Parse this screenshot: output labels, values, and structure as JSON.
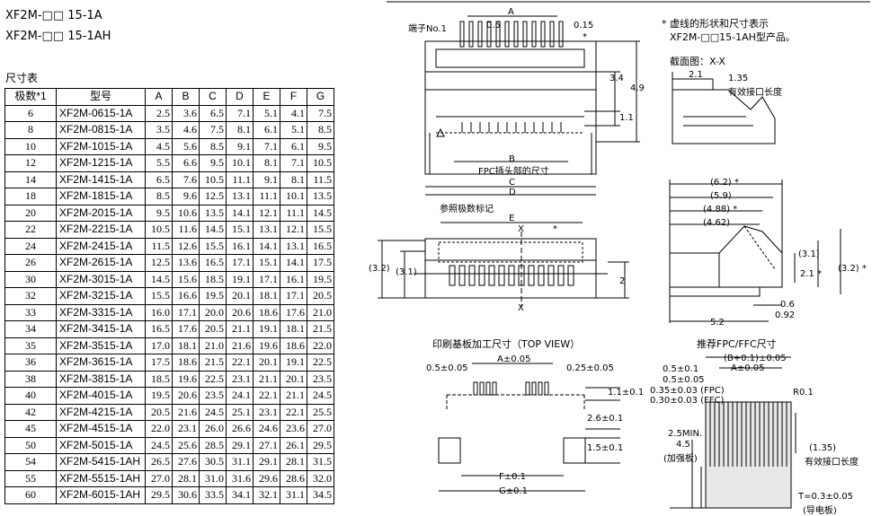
{
  "header": {
    "line1": "XF2M-□□ 15-1A",
    "line2": "XF2M-□□ 15-1AH"
  },
  "section_title": "尺寸表",
  "table": {
    "headers": [
      "极数*1",
      "型号",
      "A",
      "B",
      "C",
      "D",
      "E",
      "F",
      "G"
    ],
    "rows": [
      [
        "6",
        "XF2M-0615-1A",
        "2.5",
        "3.6",
        "6.5",
        "7.1",
        "5.1",
        "4.1",
        "7.5"
      ],
      [
        "8",
        "XF2M-0815-1A",
        "3.5",
        "4.6",
        "7.5",
        "8.1",
        "6.1",
        "5.1",
        "8.5"
      ],
      [
        "10",
        "XF2M-1015-1A",
        "4.5",
        "5.6",
        "8.5",
        "9.1",
        "7.1",
        "6.1",
        "9.5"
      ],
      [
        "12",
        "XF2M-1215-1A",
        "5.5",
        "6.6",
        "9.5",
        "10.1",
        "8.1",
        "7.1",
        "10.5"
      ],
      [
        "14",
        "XF2M-1415-1A",
        "6.5",
        "7.6",
        "10.5",
        "11.1",
        "9.1",
        "8.1",
        "11.5"
      ],
      [
        "18",
        "XF2M-1815-1A",
        "8.5",
        "9.6",
        "12.5",
        "13.1",
        "11.1",
        "10.1",
        "13.5"
      ],
      [
        "20",
        "XF2M-2015-1A",
        "9.5",
        "10.6",
        "13.5",
        "14.1",
        "12.1",
        "11.1",
        "14.5"
      ],
      [
        "22",
        "XF2M-2215-1A",
        "10.5",
        "11.6",
        "14.5",
        "15.1",
        "13.1",
        "12.1",
        "15.5"
      ],
      [
        "24",
        "XF2M-2415-1A",
        "11.5",
        "12.6",
        "15.5",
        "16.1",
        "14.1",
        "13.1",
        "16.5"
      ],
      [
        "26",
        "XF2M-2615-1A",
        "12.5",
        "13.6",
        "16.5",
        "17.1",
        "15.1",
        "14.1",
        "17.5"
      ],
      [
        "30",
        "XF2M-3015-1A",
        "14.5",
        "15.6",
        "18.5",
        "19.1",
        "17.1",
        "16.1",
        "19.5"
      ],
      [
        "32",
        "XF2M-3215-1A",
        "15.5",
        "16.6",
        "19.5",
        "20.1",
        "18.1",
        "17.1",
        "20.5"
      ],
      [
        "33",
        "XF2M-3315-1A",
        "16.0",
        "17.1",
        "20.0",
        "20.6",
        "18.6",
        "17.6",
        "21.0"
      ],
      [
        "34",
        "XF2M-3415-1A",
        "16.5",
        "17.6",
        "20.5",
        "21.1",
        "19.1",
        "18.1",
        "21.5"
      ],
      [
        "35",
        "XF2M-3515-1A",
        "17.0",
        "18.1",
        "21.0",
        "21.6",
        "19.6",
        "18.6",
        "22.0"
      ],
      [
        "36",
        "XF2M-3615-1A",
        "17.5",
        "18.6",
        "21.5",
        "22.1",
        "20.1",
        "19.1",
        "22.5"
      ],
      [
        "38",
        "XF2M-3815-1A",
        "18.5",
        "19.6",
        "22.5",
        "23.1",
        "21.1",
        "20.1",
        "23.5"
      ],
      [
        "40",
        "XF2M-4015-1A",
        "19.5",
        "20.6",
        "23.5",
        "24.1",
        "22.1",
        "21.1",
        "24.5"
      ],
      [
        "42",
        "XF2M-4215-1A",
        "20.5",
        "21.6",
        "24.5",
        "25.1",
        "23.1",
        "22.1",
        "25.5"
      ],
      [
        "45",
        "XF2M-4515-1A",
        "22.0",
        "23.1",
        "26.0",
        "26.6",
        "24.6",
        "23.6",
        "27.0"
      ],
      [
        "50",
        "XF2M-5015-1A",
        "24.5",
        "25.6",
        "28.5",
        "29.1",
        "27.1",
        "26.1",
        "29.5"
      ],
      [
        "54",
        "XF2M-5415-1AH",
        "26.5",
        "27.6",
        "30.5",
        "31.1",
        "29.1",
        "28.1",
        "31.5"
      ],
      [
        "55",
        "XF2M-5515-1AH",
        "27.0",
        "28.1",
        "31.0",
        "31.6",
        "29.6",
        "28.6",
        "32.0"
      ],
      [
        "60",
        "XF2M-6015-1AH",
        "29.5",
        "30.6",
        "33.5",
        "34.1",
        "32.1",
        "31.1",
        "34.5"
      ]
    ]
  },
  "top_view": {
    "terminal": "端子No.1",
    "dim_05": "0.5",
    "dim_015": "0.15",
    "dim_A": "A",
    "dim_34": "3.4",
    "dim_49": "4.9",
    "dim_11": "1.1",
    "dim_B": "B",
    "fpc_label": "FPC插头部的尺寸",
    "dim_C": "C",
    "dim_D": "D",
    "pole_mark": "参照极数标记",
    "star": "*"
  },
  "front_view": {
    "dim_E": "E",
    "x": "X",
    "dim_32": "(3.2)",
    "dim_31": "(3.1)",
    "dim_2": "2"
  },
  "notes": {
    "note1": "* 虚线的形状和尺寸表示",
    "note2": "XF2M-□□15-1AH型产品。"
  },
  "section_view": {
    "title": "截面图：X-X",
    "d21": "2.1",
    "d135": "1.35",
    "eff": "有效接口长度"
  },
  "side_view": {
    "d62": "(6.2) *",
    "d59": "(5.9)",
    "d488": "(4.88) *",
    "d462": "(4.62)",
    "d31": "(3.1)",
    "d21": "2.1 *",
    "d32": "(3.2) *",
    "d06": "0.6",
    "d092": "0.92",
    "d52": "5.2"
  },
  "pcb": {
    "title": "印刷基板加工尺寸（TOP VIEW）",
    "d05": "0.5±0.05",
    "dA": "A±0.05",
    "d025": "0.25±0.05",
    "d11": "1.1±0.1",
    "d26": "2.6±0.1",
    "d15": "1.5±0.1",
    "dF": "F±0.1",
    "dG": "G±0.1"
  },
  "fpc": {
    "title": "推荐FPC/FFC尺寸",
    "dB": "(B+0.1)±0.05",
    "dA": "A±0.05",
    "d05a": "0.5±0.1",
    "d05b": "0.5±0.05",
    "d035": "0.35±0.03 (FPC)",
    "d030": "0.30±0.03 (FFC)",
    "r01": "R0.1",
    "d25": "2.5MIN.",
    "d45": "4.5",
    "reinf": "(加强板)",
    "d135": "(1.35)",
    "eff": "有效接口长度",
    "thick": "T=0.3±0.05",
    "thick2": "(导电板)"
  }
}
